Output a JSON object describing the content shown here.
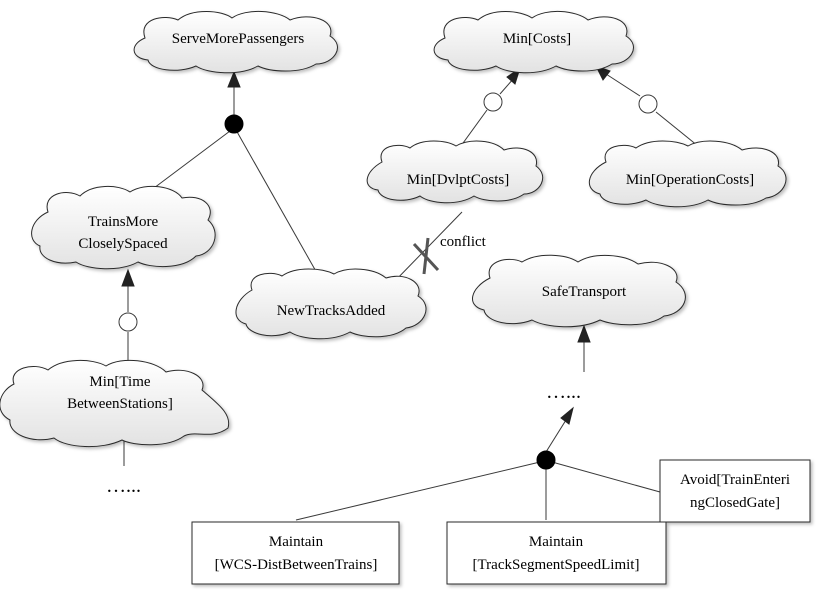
{
  "goals": {
    "serve_more_passengers": "ServeMorePassengers",
    "min_costs": "Min[Costs]",
    "min_dvlpt_costs": "Min[DvlptCosts]",
    "min_operation_costs": "Min[OperationCosts]",
    "trains_more_closely_spaced": [
      "TrainsMore",
      "CloselySpaced"
    ],
    "new_tracks_added": "NewTracksAdded",
    "safe_transport": "SafeTransport",
    "min_time_between_stations": [
      "Min[Time",
      "BetweenStations]"
    ]
  },
  "requirements": {
    "maintain_wcs": [
      "Maintain",
      "[WCS-DistBetweenTrains]"
    ],
    "maintain_track_speed": [
      "Maintain",
      "[TrackSegmentSpeedLimit]"
    ],
    "avoid_train_entering": [
      "Avoid[TrainEnteri",
      "ngClosedGate]"
    ]
  },
  "annotations": {
    "conflict": "conflict",
    "ellipsis_left": "…...",
    "ellipsis_right": "…..."
  },
  "colors": {
    "node_fill_top": "#ffffff",
    "node_fill_bottom": "#e4e4e4",
    "stroke": "#2a2a2a",
    "background": "#ffffff"
  }
}
